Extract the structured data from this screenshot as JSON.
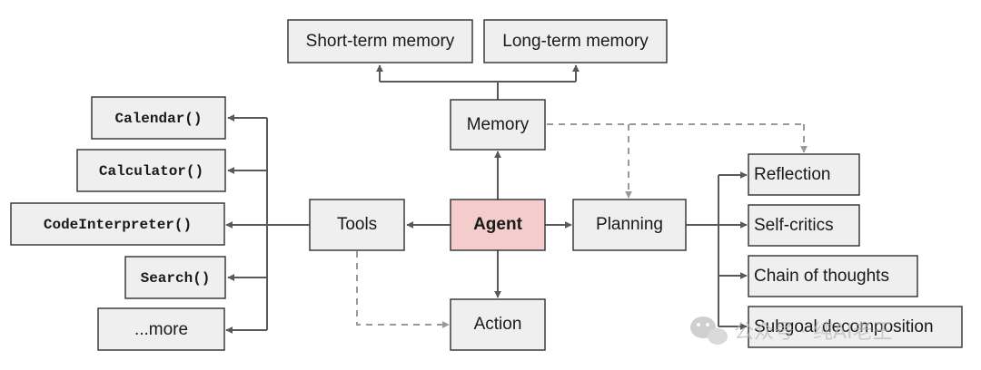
{
  "nodes": {
    "short_term_memory": "Short-term memory",
    "long_term_memory": "Long-term memory",
    "memory": "Memory",
    "agent": "Agent",
    "tools": "Tools",
    "planning": "Planning",
    "action": "Action",
    "calendar": "Calendar()",
    "calculator": "Calculator()",
    "code_interpreter": "CodeInterpreter()",
    "search": "Search()",
    "more": "...more",
    "reflection": "Reflection",
    "self_critics": "Self-critics",
    "chain_of_thoughts": "Chain of thoughts",
    "subgoal_decomposition": "Subgoal decomposition"
  },
  "watermark": {
    "text": "公众号 · 纯AI老王",
    "icon": "wechat-icon"
  },
  "colors": {
    "agent_fill": "#f4cccc",
    "box_fill": "#efefef",
    "stroke": "#3c3c3c",
    "dashed": "#999999"
  }
}
